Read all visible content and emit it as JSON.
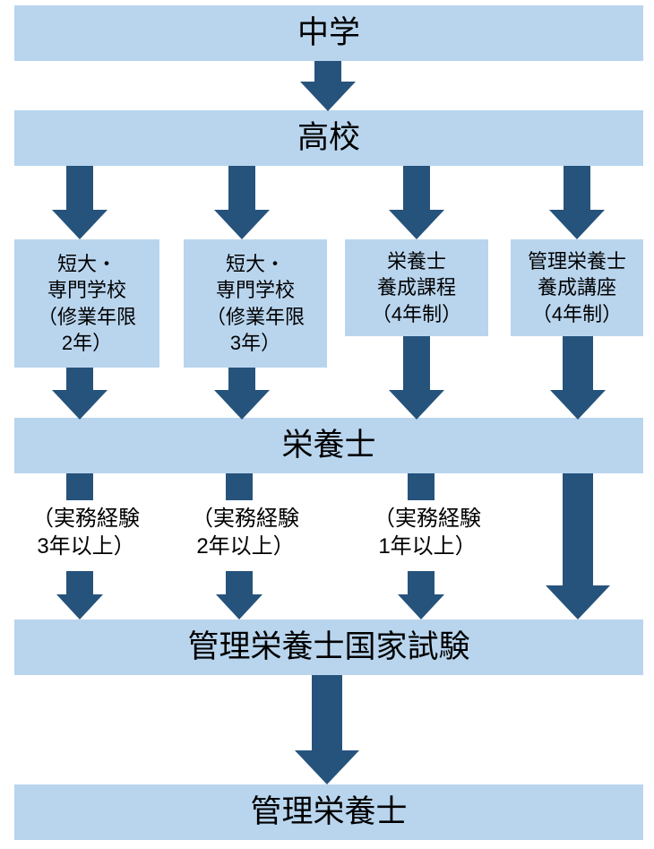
{
  "diagram": {
    "title_text": "",
    "colors": {
      "box_fill": "#b9d5ee",
      "arrow_fill": "#26537c",
      "text": "#000000",
      "background": "#ffffff"
    },
    "nodes": {
      "junior_high": "中学",
      "high_school": "高校",
      "dietitian": "栄養士",
      "national_exam": "管理栄養士国家試験",
      "registered_dietitian": "管理栄養士"
    },
    "schools": [
      {
        "label": "短大・\n専門学校\n（修業年限\n2年）",
        "lines": [
          "短大・",
          "専門学校",
          "（修業年限",
          "2年）"
        ]
      },
      {
        "label": "短大・\n専門学校\n（修業年限\n3年）",
        "lines": [
          "短大・",
          "専門学校",
          "（修業年限",
          "3年）"
        ]
      },
      {
        "label": "栄養士\n養成課程\n（4年制）",
        "lines": [
          "栄養士",
          "養成課程",
          "（4年制）"
        ]
      },
      {
        "label": "管理栄養士\n養成講座\n（4年制）",
        "lines": [
          "管理栄養士",
          "養成講座",
          "（4年制）"
        ]
      }
    ],
    "experience_notes": [
      {
        "label": "（実務経験\n3年以上）",
        "years": 3
      },
      {
        "label": "（実務経験\n2年以上）",
        "years": 2
      },
      {
        "label": "（実務経験\n1年以上）",
        "years": 1
      }
    ]
  },
  "chart_data": {
    "type": "diagram",
    "title": "管理栄養士になるまでの流れ",
    "flow": [
      {
        "from": "中学",
        "to": "高校"
      },
      {
        "from": "高校",
        "to": "短大・専門学校（修業年限2年）"
      },
      {
        "from": "高校",
        "to": "短大・専門学校（修業年限3年）"
      },
      {
        "from": "高校",
        "to": "栄養士養成課程（4年制）"
      },
      {
        "from": "高校",
        "to": "管理栄養士養成講座（4年制）"
      },
      {
        "from": "短大・専門学校（修業年限2年）",
        "to": "栄養士"
      },
      {
        "from": "短大・専門学校（修業年限3年）",
        "to": "栄養士"
      },
      {
        "from": "栄養士養成課程（4年制）",
        "to": "栄養士"
      },
      {
        "from": "管理栄養士養成講座（4年制）",
        "to": "栄養士"
      },
      {
        "from": "栄養士",
        "to": "管理栄養士国家試験",
        "condition": "（実務経験3年以上）"
      },
      {
        "from": "栄養士",
        "to": "管理栄養士国家試験",
        "condition": "（実務経験2年以上）"
      },
      {
        "from": "栄養士",
        "to": "管理栄養士国家試験",
        "condition": "（実務経験1年以上）"
      },
      {
        "from": "栄養士",
        "to": "管理栄養士国家試験",
        "condition": ""
      },
      {
        "from": "管理栄養士国家試験",
        "to": "管理栄養士"
      }
    ]
  }
}
